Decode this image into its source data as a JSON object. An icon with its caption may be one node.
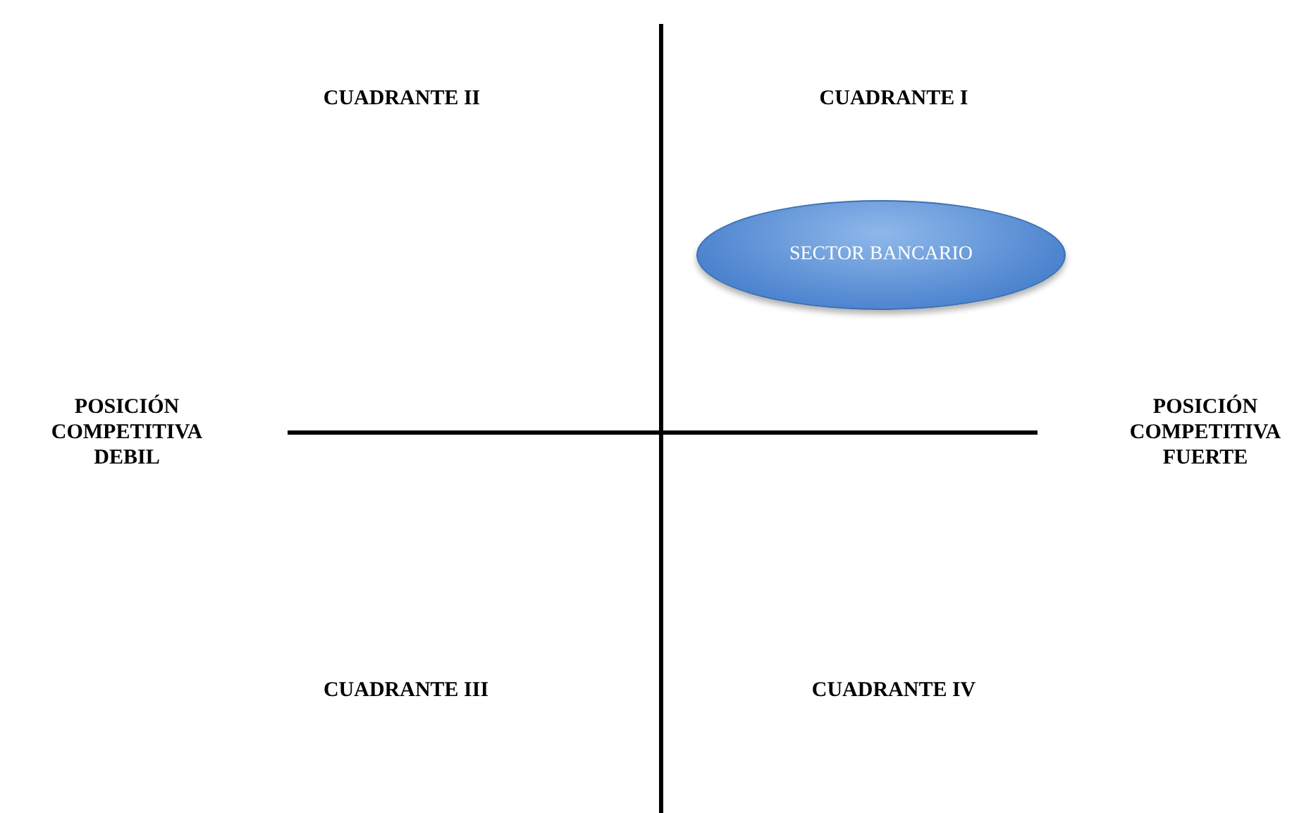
{
  "diagram": {
    "nodes": [
      {
        "text": [
          "SECTOR BANCARIO"
        ]
      }
    ],
    "labels": [
      "CUADRANTE II",
      "CUADRANTE I",
      "POSICIÓN COMPETITIVA DEBIL",
      "POSICIÓN COMPETITIVA FUERTE",
      "CUADRANTE III",
      "CUADRANTE IV"
    ]
  }
}
